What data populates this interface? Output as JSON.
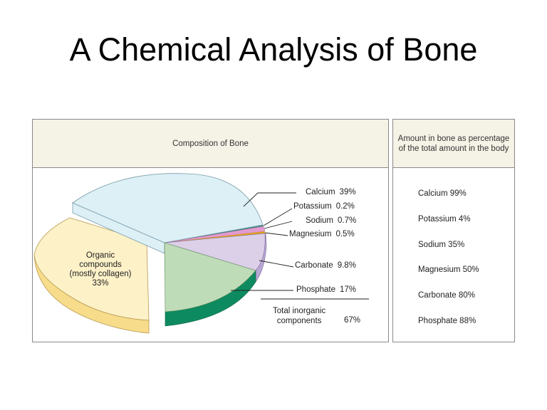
{
  "slide": {
    "title": "A Chemical Analysis of Bone"
  },
  "composition": {
    "header": "Composition of Bone",
    "organic": {
      "line1": "Organic",
      "line2": "compounds",
      "line3": "(mostly collagen)",
      "pct": "33%"
    },
    "inorganic": [
      {
        "name": "Calcium",
        "pct": "39%"
      },
      {
        "name": "Potassium",
        "pct": "0.2%"
      },
      {
        "name": "Sodium",
        "pct": "0.7%"
      },
      {
        "name": "Magnesium",
        "pct": "0.5%"
      },
      {
        "name": "Carbonate",
        "pct": "9.8%"
      },
      {
        "name": "Phosphate",
        "pct": "17%"
      }
    ],
    "total": {
      "line1": "Total inorganic",
      "line2": "components",
      "pct": "67%"
    }
  },
  "amount": {
    "header": "Amount in bone as percentage of the total amount in the body",
    "items": [
      {
        "label": "Calcium 99%"
      },
      {
        "label": "Potassium 4%"
      },
      {
        "label": "Sodium 35%"
      },
      {
        "label": "Magnesium 50%"
      },
      {
        "label": "Carbonate 80%"
      },
      {
        "label": "Phosphate 88%"
      }
    ]
  },
  "colors": {
    "calcium": "#dcf0f6",
    "potassium": "#4a8a8a",
    "sodium": "#e29ad0",
    "magnesium": "#e0a020",
    "carbonate": "#dccfe8",
    "carbonate_side": "#b8a6d4",
    "phosphate": "#bfdcb8",
    "phosphate_side": "#0e8a60",
    "organic": "#fdf1c8",
    "organic_side": "#f7dc8c",
    "header_bg": "#f5f2e6"
  },
  "chart_data": [
    {
      "type": "pie",
      "title": "Composition of Bone",
      "categories": [
        "Calcium",
        "Potassium",
        "Sodium",
        "Magnesium",
        "Carbonate",
        "Phosphate",
        "Organic compounds (mostly collagen)"
      ],
      "values": [
        39,
        0.2,
        0.7,
        0.5,
        9.8,
        17,
        33
      ],
      "units": "%",
      "annotations": [
        "Total inorganic components 67%"
      ],
      "exploded": [
        "Organic compounds (mostly collagen)"
      ]
    },
    {
      "type": "table",
      "title": "Amount in bone as percentage of the total amount in the body",
      "categories": [
        "Calcium",
        "Potassium",
        "Sodium",
        "Magnesium",
        "Carbonate",
        "Phosphate"
      ],
      "values": [
        99,
        4,
        35,
        50,
        80,
        88
      ],
      "units": "%"
    }
  ]
}
